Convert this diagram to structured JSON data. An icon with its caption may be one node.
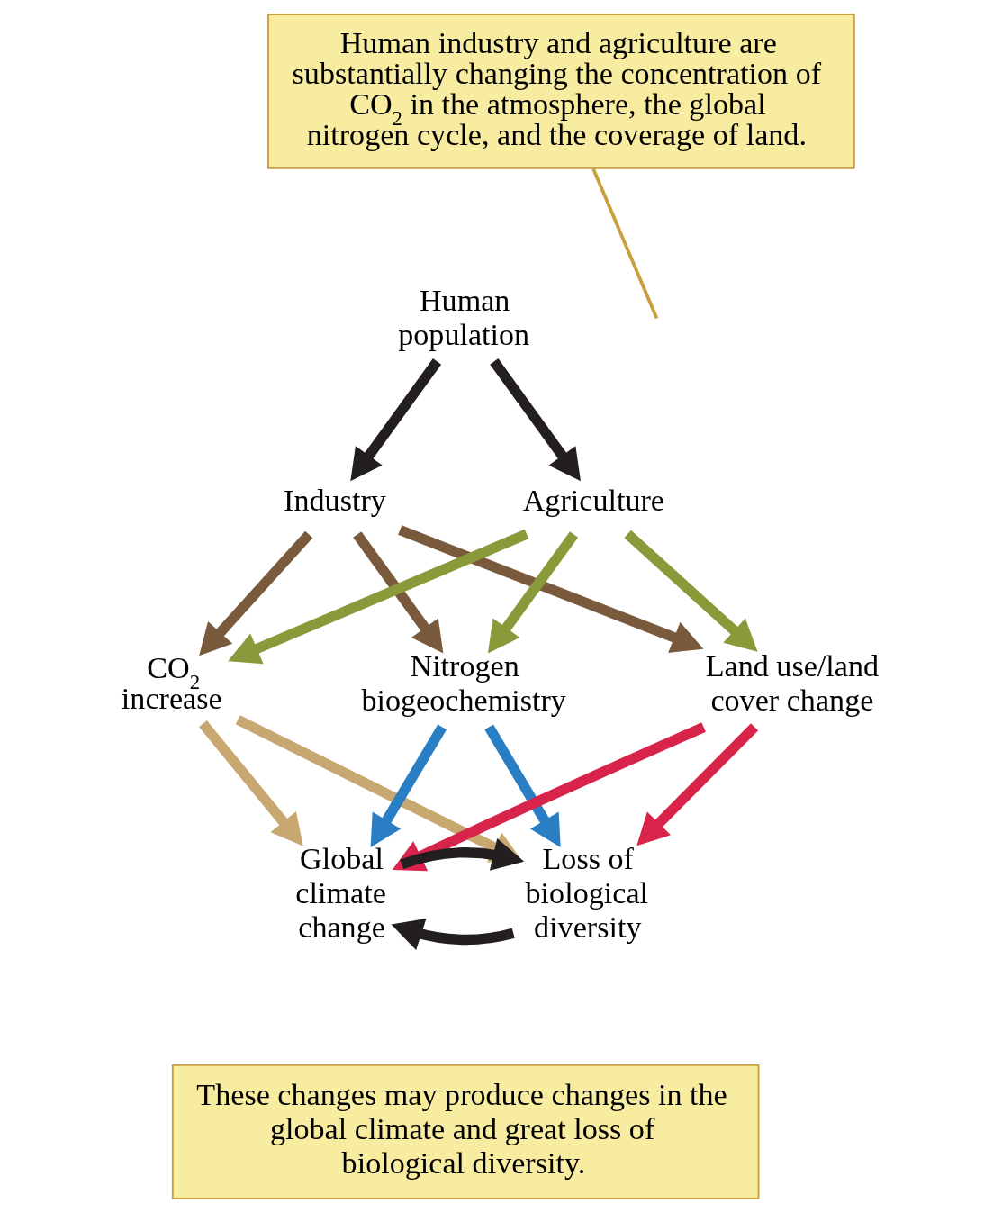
{
  "diagram": {
    "nodes": [
      {
        "text": [
          "Human industry and agriculture are substantially changing the concentration of CO$_{2}$ in the atmosphere, the global nitrogen cycle, and the coverage of land."
        ]
      },
      {
        "text": [
          "Human population"
        ]
      },
      {
        "text": [
          "Industry"
        ]
      },
      {
        "text": [
          "Agriculture"
        ]
      },
      {
        "text": [
          "CO$_{2}$ increase"
        ]
      },
      {
        "text": [
          "Nitrogen biogeochemistry"
        ]
      },
      {
        "text": [
          "Land use/land cover change"
        ]
      },
      {
        "text": [
          "Global climate change"
        ]
      },
      {
        "text": [
          "Loss of biological diversity"
        ]
      },
      {
        "text": [
          "These changes may produce changes in the global climate and great loss of biological diversity."
        ]
      }
    ],
    "edges": [
      {
        "from": 0,
        "to": null,
        "arrow": "none",
        "color": "#c9a040"
      },
      {
        "from": 1,
        "to": 2,
        "arrow": "to",
        "color": "#231f20"
      },
      {
        "from": 1,
        "to": 3,
        "arrow": "to",
        "color": "#231f20"
      },
      {
        "from": 2,
        "to": 4,
        "arrow": "to",
        "color": "#7a5a3c"
      },
      {
        "from": 2,
        "to": 5,
        "arrow": "to",
        "color": "#7a5a3c"
      },
      {
        "from": 2,
        "to": 6,
        "arrow": "to",
        "color": "#7a5a3c"
      },
      {
        "from": 3,
        "to": 4,
        "arrow": "to",
        "color": "#8a9a3a"
      },
      {
        "from": 3,
        "to": 5,
        "arrow": "to",
        "color": "#8a9a3a"
      },
      {
        "from": 3,
        "to": 6,
        "arrow": "to",
        "color": "#8a9a3a"
      },
      {
        "from": 4,
        "to": 7,
        "arrow": "to",
        "color": "#c8a870"
      },
      {
        "from": 4,
        "to": 8,
        "arrow": "to",
        "color": "#c8a870"
      },
      {
        "from": 5,
        "to": 7,
        "arrow": "to",
        "color": "#2a7fc4"
      },
      {
        "from": 5,
        "to": 8,
        "arrow": "to",
        "color": "#2a7fc4"
      },
      {
        "from": 6,
        "to": 7,
        "arrow": "to",
        "color": "#d8234a"
      },
      {
        "from": 6,
        "to": 8,
        "arrow": "to",
        "color": "#d8234a"
      },
      {
        "from": 8,
        "to": 7,
        "arrow": "to",
        "color": "#231f20"
      },
      {
        "from": 7,
        "to": 8,
        "arrow": "to",
        "color": "#231f20"
      }
    ]
  }
}
